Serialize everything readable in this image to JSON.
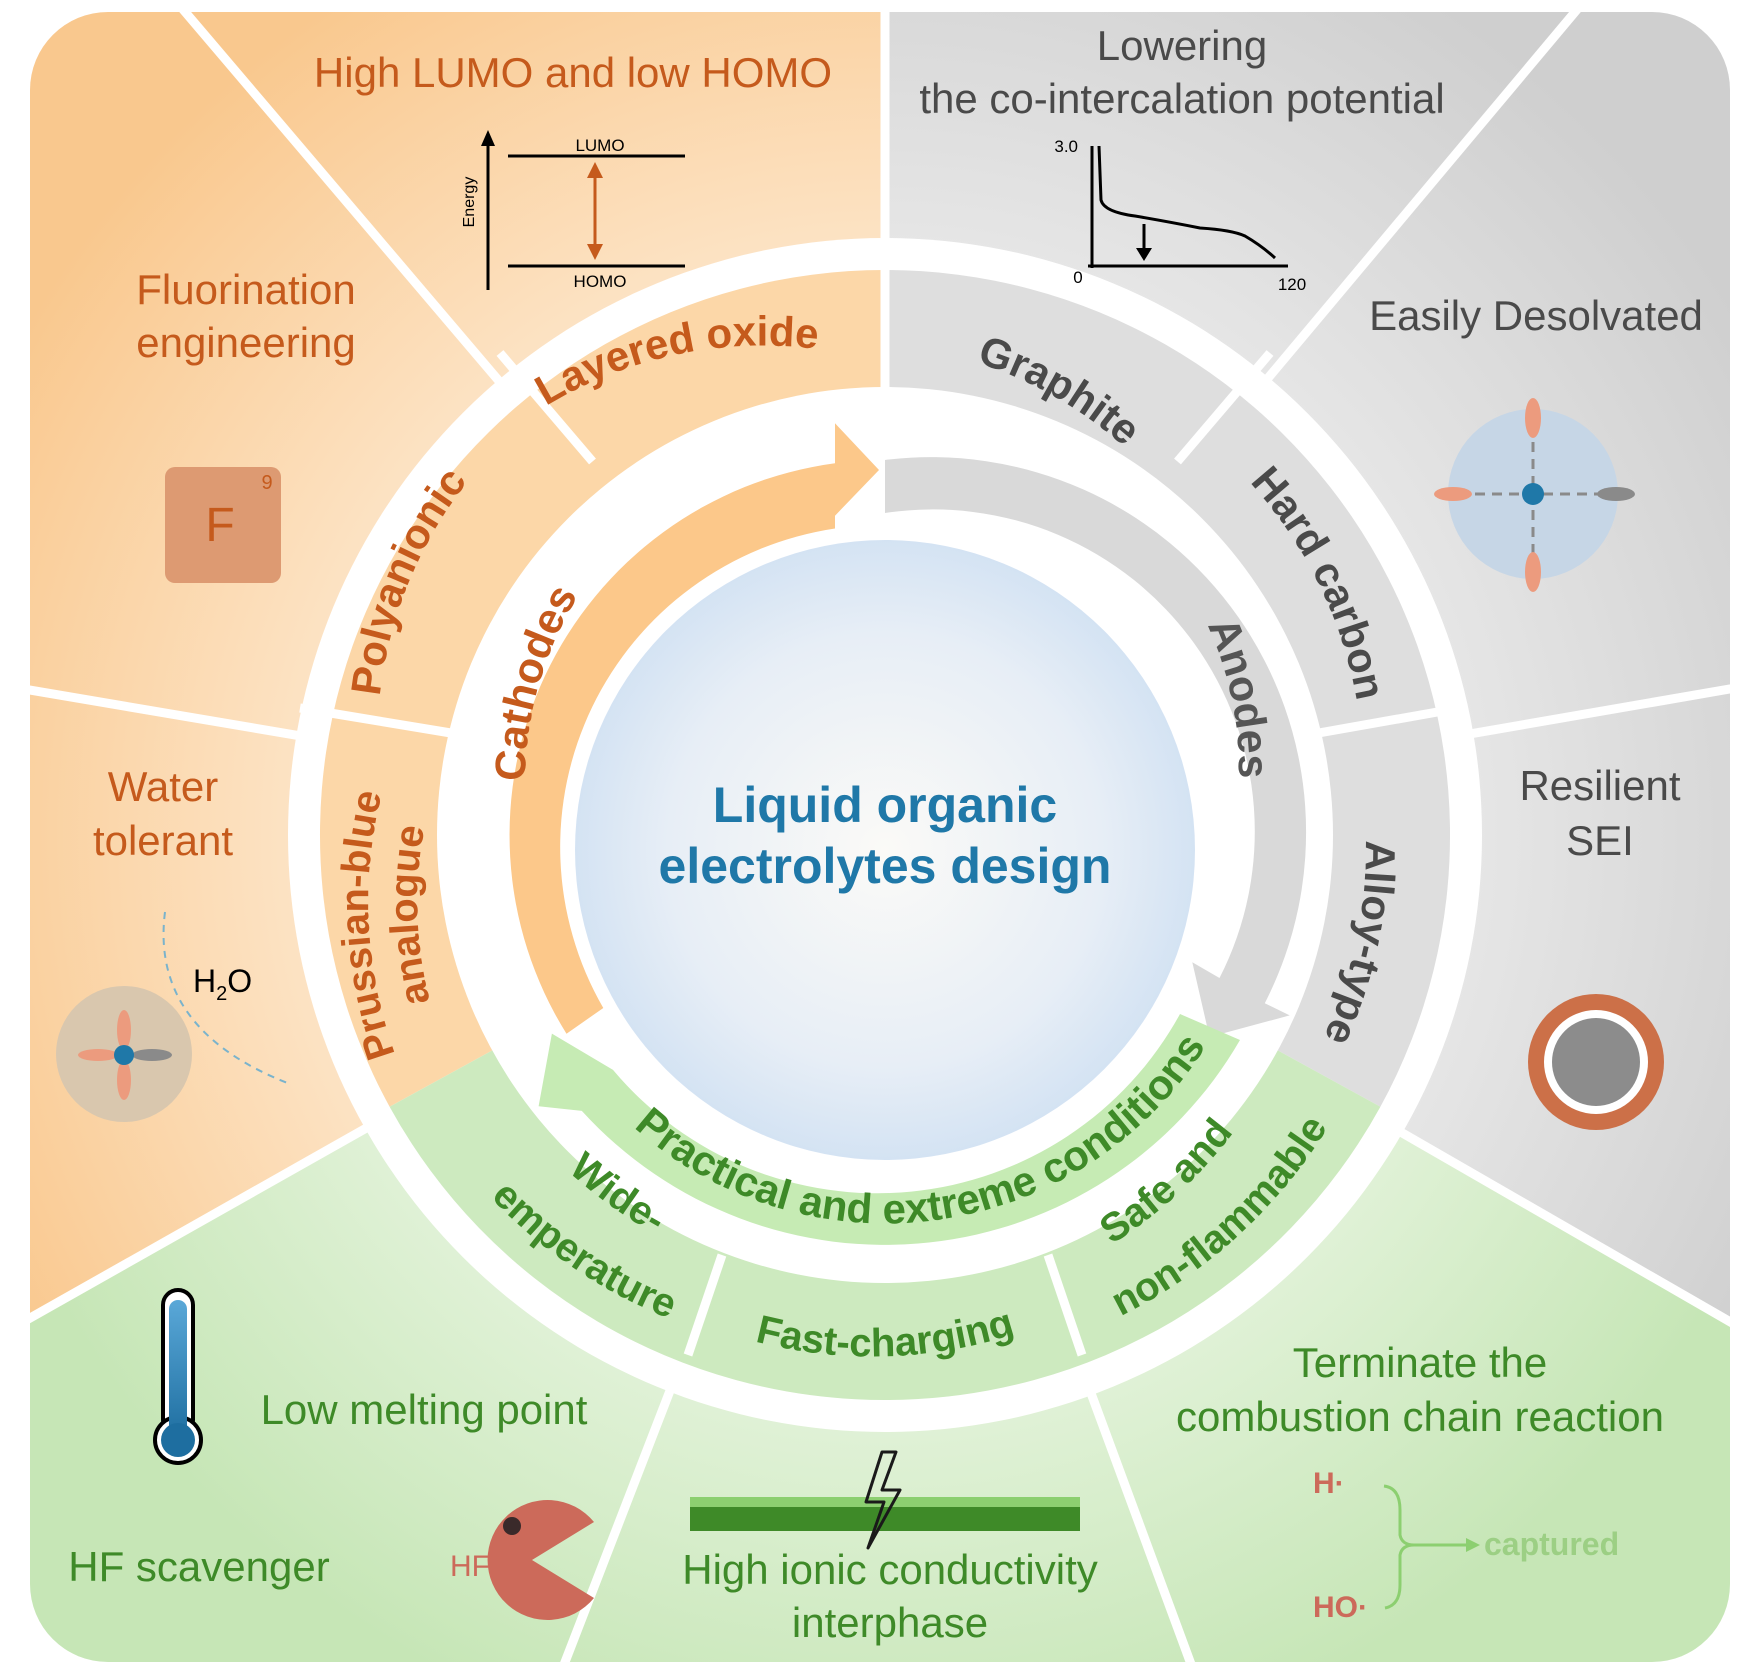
{
  "center": {
    "title_line1": "Liquid organic",
    "title_line2": "electrolytes design"
  },
  "arrows": {
    "cathodes": "Cathodes",
    "anodes": "Anodes",
    "conditions": "Practical and extreme conditions"
  },
  "ring": {
    "layered_oxide": "Layered oxide",
    "polyanionic": "Polyanionic",
    "prussian_line1": "Prussian-blue",
    "prussian_line2": "analogue",
    "graphite": "Graphite",
    "hard_carbon": "Hard carbon",
    "alloy_type": "Alloy-type",
    "wide_line1": "Wide-",
    "wide_line2": "temperature",
    "fast_charging": "Fast-charging",
    "safe_line1": "Safe and",
    "safe_line2": "non-flammable"
  },
  "outer": {
    "lumo_homo_title": "High LUMO and low HOMO",
    "lumo_label": "LUMO",
    "homo_label": "HOMO",
    "energy_label": "Energy",
    "fluorination_line1": "Fluorination",
    "fluorination_line2": "engineering",
    "f_symbol": "F",
    "f_number": "9",
    "water_line1": "Water",
    "water_line2": "tolerant",
    "h2o_h": "H",
    "h2o_sub": "2",
    "h2o_o": "O",
    "lowering_line1": "Lowering",
    "lowering_line2": "the co-intercalation potential",
    "curve_y_top": "3.0",
    "curve_x_min": "0",
    "curve_x_max": "120",
    "desolvated": "Easily Desolvated",
    "resilient_line1": "Resilient",
    "resilient_line2": "SEI",
    "low_melting": "Low melting point",
    "hf_scavenger": "HF scavenger",
    "hf_label": "HF",
    "ionic_line1": "High ionic conductivity",
    "ionic_line2": "interphase",
    "terminate_line1": "Terminate the",
    "terminate_line2": "combustion chain reaction",
    "h_radical": "H·",
    "ho_radical": "HO·",
    "captured": "captured"
  },
  "colors": {
    "orange_text": "#c55a1c",
    "gray_text": "#4a4a4a",
    "green_text": "#3e8a28",
    "center_text": "#1f78a8",
    "orange_fill": "#fbd6a6",
    "gray_fill": "#dcdcdc",
    "green_fill": "#cdeac0"
  }
}
